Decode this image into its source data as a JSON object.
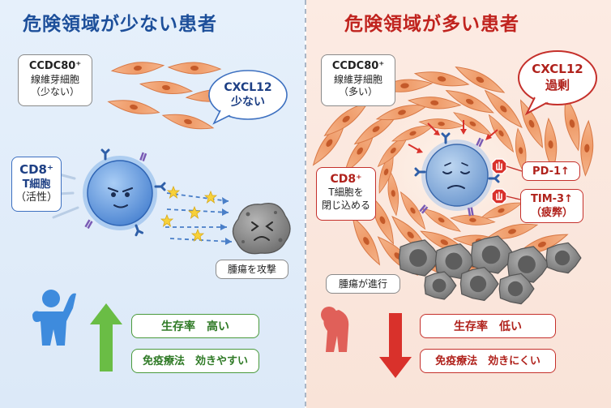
{
  "left": {
    "title": "危険領域が少ない患者",
    "fibroblast_label": {
      "line1": "CCDC80⁺",
      "line2": "線維芽細胞",
      "line3": "（少ない）"
    },
    "cxcl12_bubble": {
      "line1": "CXCL12",
      "line2": "少ない"
    },
    "tcell_label": {
      "line1": "CD8⁺",
      "line2": "T細胞",
      "line3": "（活性）"
    },
    "tumor_label": "腫瘍を攻撃",
    "survival": "生存率　高い",
    "immunotherapy": "免疫療法　効きやすい"
  },
  "right": {
    "title": "危険領域が多い患者",
    "fibroblast_label": {
      "line1": "CCDC80⁺",
      "line2": "線維芽細胞",
      "line3": "（多い）"
    },
    "cxcl12_bubble": {
      "line1": "CXCL12",
      "line2": "過剰"
    },
    "tcell_label": {
      "line1": "CD8⁺",
      "line2": "T細胞を",
      "line3": "閉じ込める"
    },
    "pd1": "PD-1↑",
    "tim3": {
      "line1": "TIM-3↑",
      "line2": "（疲弊）"
    },
    "tumor_label": "腫瘍が進行",
    "survival": "生存率　低い",
    "immunotherapy": "免疫療法　効きにくい"
  },
  "icons": [
    "fibroblast-icon",
    "t-cell-icon",
    "tumor-cell-icon",
    "star-icon",
    "arrow-right-icon",
    "stop-hand-icon",
    "person-healthy-icon",
    "person-slumped-icon",
    "arrow-up-icon",
    "arrow-down-icon"
  ],
  "colors": {
    "good": "#1d4f9a",
    "bad": "#c0231e",
    "up_arrow": "#6abd45",
    "down_arrow": "#d9312b",
    "fibroblast": "#f0a070",
    "t_cell": "#5d95dc",
    "tumor": "#8c8c8c"
  }
}
